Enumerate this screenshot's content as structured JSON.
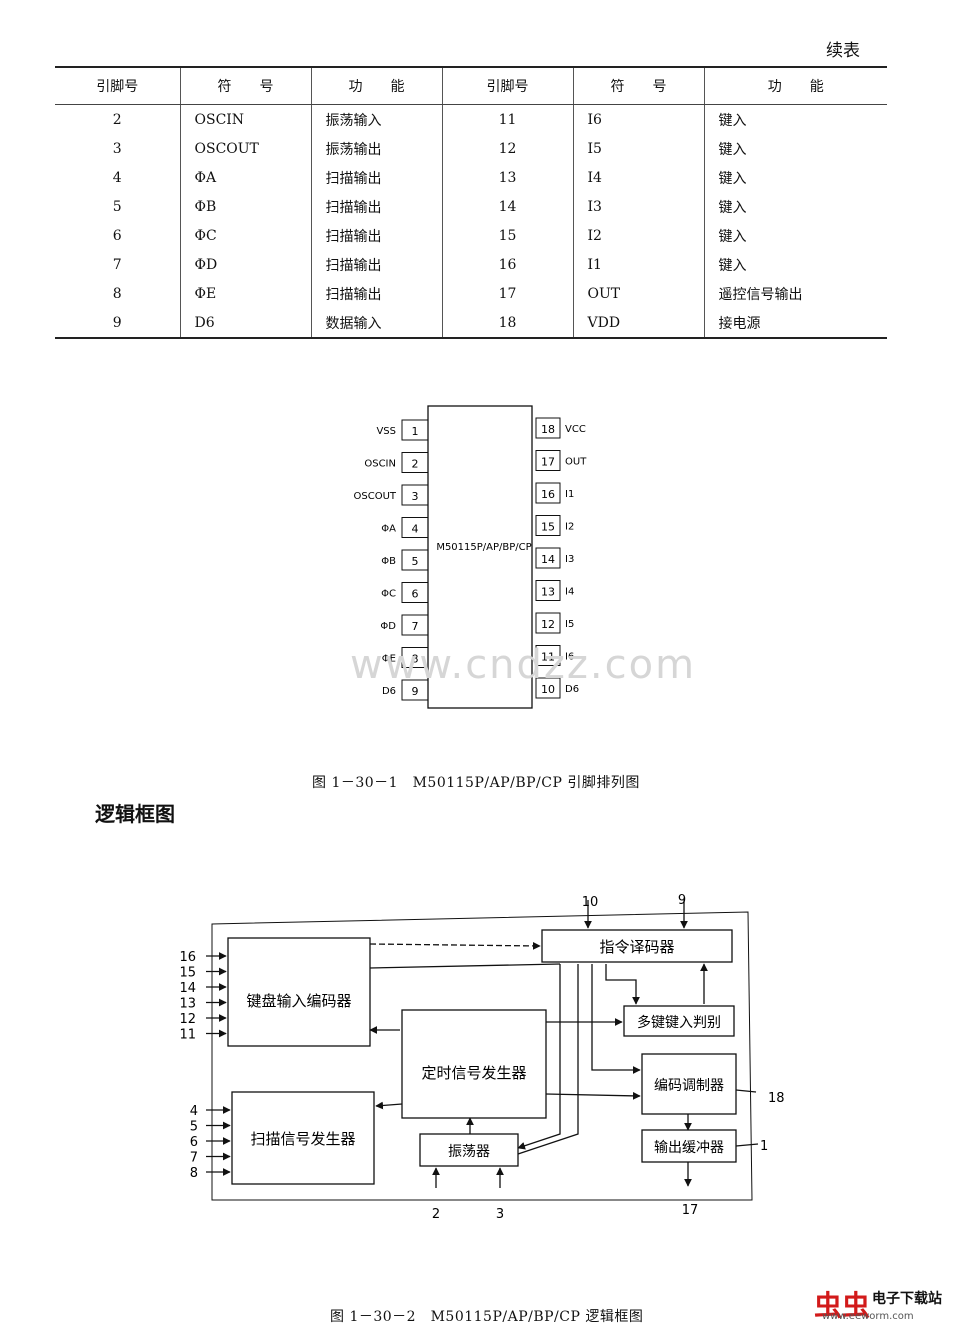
{
  "header": {
    "continued": "续表"
  },
  "table": {
    "headers": [
      "引脚号",
      "符　　号",
      "功　　能",
      "引脚号",
      "符　　号",
      "功　　能"
    ],
    "rows": [
      [
        "2",
        "OSCIN",
        "振荡输入",
        "11",
        "I6",
        "键入"
      ],
      [
        "3",
        "OSCOUT",
        "振荡输出",
        "12",
        "I5",
        "键入"
      ],
      [
        "4",
        "ΦA",
        "扫描输出",
        "13",
        "I4",
        "键入"
      ],
      [
        "5",
        "ΦB",
        "扫描输出",
        "14",
        "I3",
        "键入"
      ],
      [
        "6",
        "ΦC",
        "扫描输出",
        "15",
        "I2",
        "键入"
      ],
      [
        "7",
        "ΦD",
        "扫描输出",
        "16",
        "I1",
        "键入"
      ],
      [
        "8",
        "ΦE",
        "扫描输出",
        "17",
        "OUT",
        "遥控信号输出"
      ],
      [
        "9",
        "D6",
        "数据输入",
        "18",
        "VDD",
        "接电源"
      ]
    ]
  },
  "pinout": {
    "chip_label": "M50115P/AP/BP/CP",
    "left_pins": [
      {
        "num": "1",
        "label": "VSS"
      },
      {
        "num": "2",
        "label": "OSCIN"
      },
      {
        "num": "3",
        "label": "OSCOUT"
      },
      {
        "num": "4",
        "label": "ΦA"
      },
      {
        "num": "5",
        "label": "ΦB"
      },
      {
        "num": "6",
        "label": "ΦC"
      },
      {
        "num": "7",
        "label": "ΦD"
      },
      {
        "num": "8",
        "label": "ΦE"
      },
      {
        "num": "9",
        "label": "D6"
      }
    ],
    "right_pins": [
      {
        "num": "18",
        "label": "VCC"
      },
      {
        "num": "17",
        "label": "OUT"
      },
      {
        "num": "16",
        "label": "I1"
      },
      {
        "num": "15",
        "label": "I2"
      },
      {
        "num": "14",
        "label": "I3"
      },
      {
        "num": "13",
        "label": "I4"
      },
      {
        "num": "12",
        "label": "I5"
      },
      {
        "num": "11",
        "label": "I6"
      },
      {
        "num": "10",
        "label": "D6"
      }
    ],
    "caption": "图 1－30－1　M50115P/AP/BP/CP 引脚排列图",
    "watermark": "www.cndzz.com"
  },
  "section_heading": "逻辑框图",
  "logic": {
    "blocks": {
      "keyboard_encoder": "键盘输入编码器",
      "scan_generator": "扫描信号发生器",
      "timing_generator": "定时信号发生器",
      "oscillator": "振荡器",
      "instruction_decoder": "指令译码器",
      "multikey_detect": "多键键入判别",
      "code_modulator": "编码调制器",
      "output_buffer": "输出缓冲器"
    },
    "input_pins_top": [
      "16",
      "15",
      "14",
      "13",
      "12",
      "11"
    ],
    "input_pins_bottom": [
      "4",
      "5",
      "6",
      "7",
      "8"
    ],
    "pin_10": "10",
    "pin_9": "9",
    "pin_18": "18",
    "pin_1": "1",
    "pin_2": "2",
    "pin_3": "3",
    "pin_17": "17",
    "caption": "图 1－30－2　M50115P/AP/BP/CP 逻辑框图"
  },
  "logo": {
    "glyph": "虫虫",
    "name": "电子下载站",
    "url": "www.eeworm.com"
  }
}
